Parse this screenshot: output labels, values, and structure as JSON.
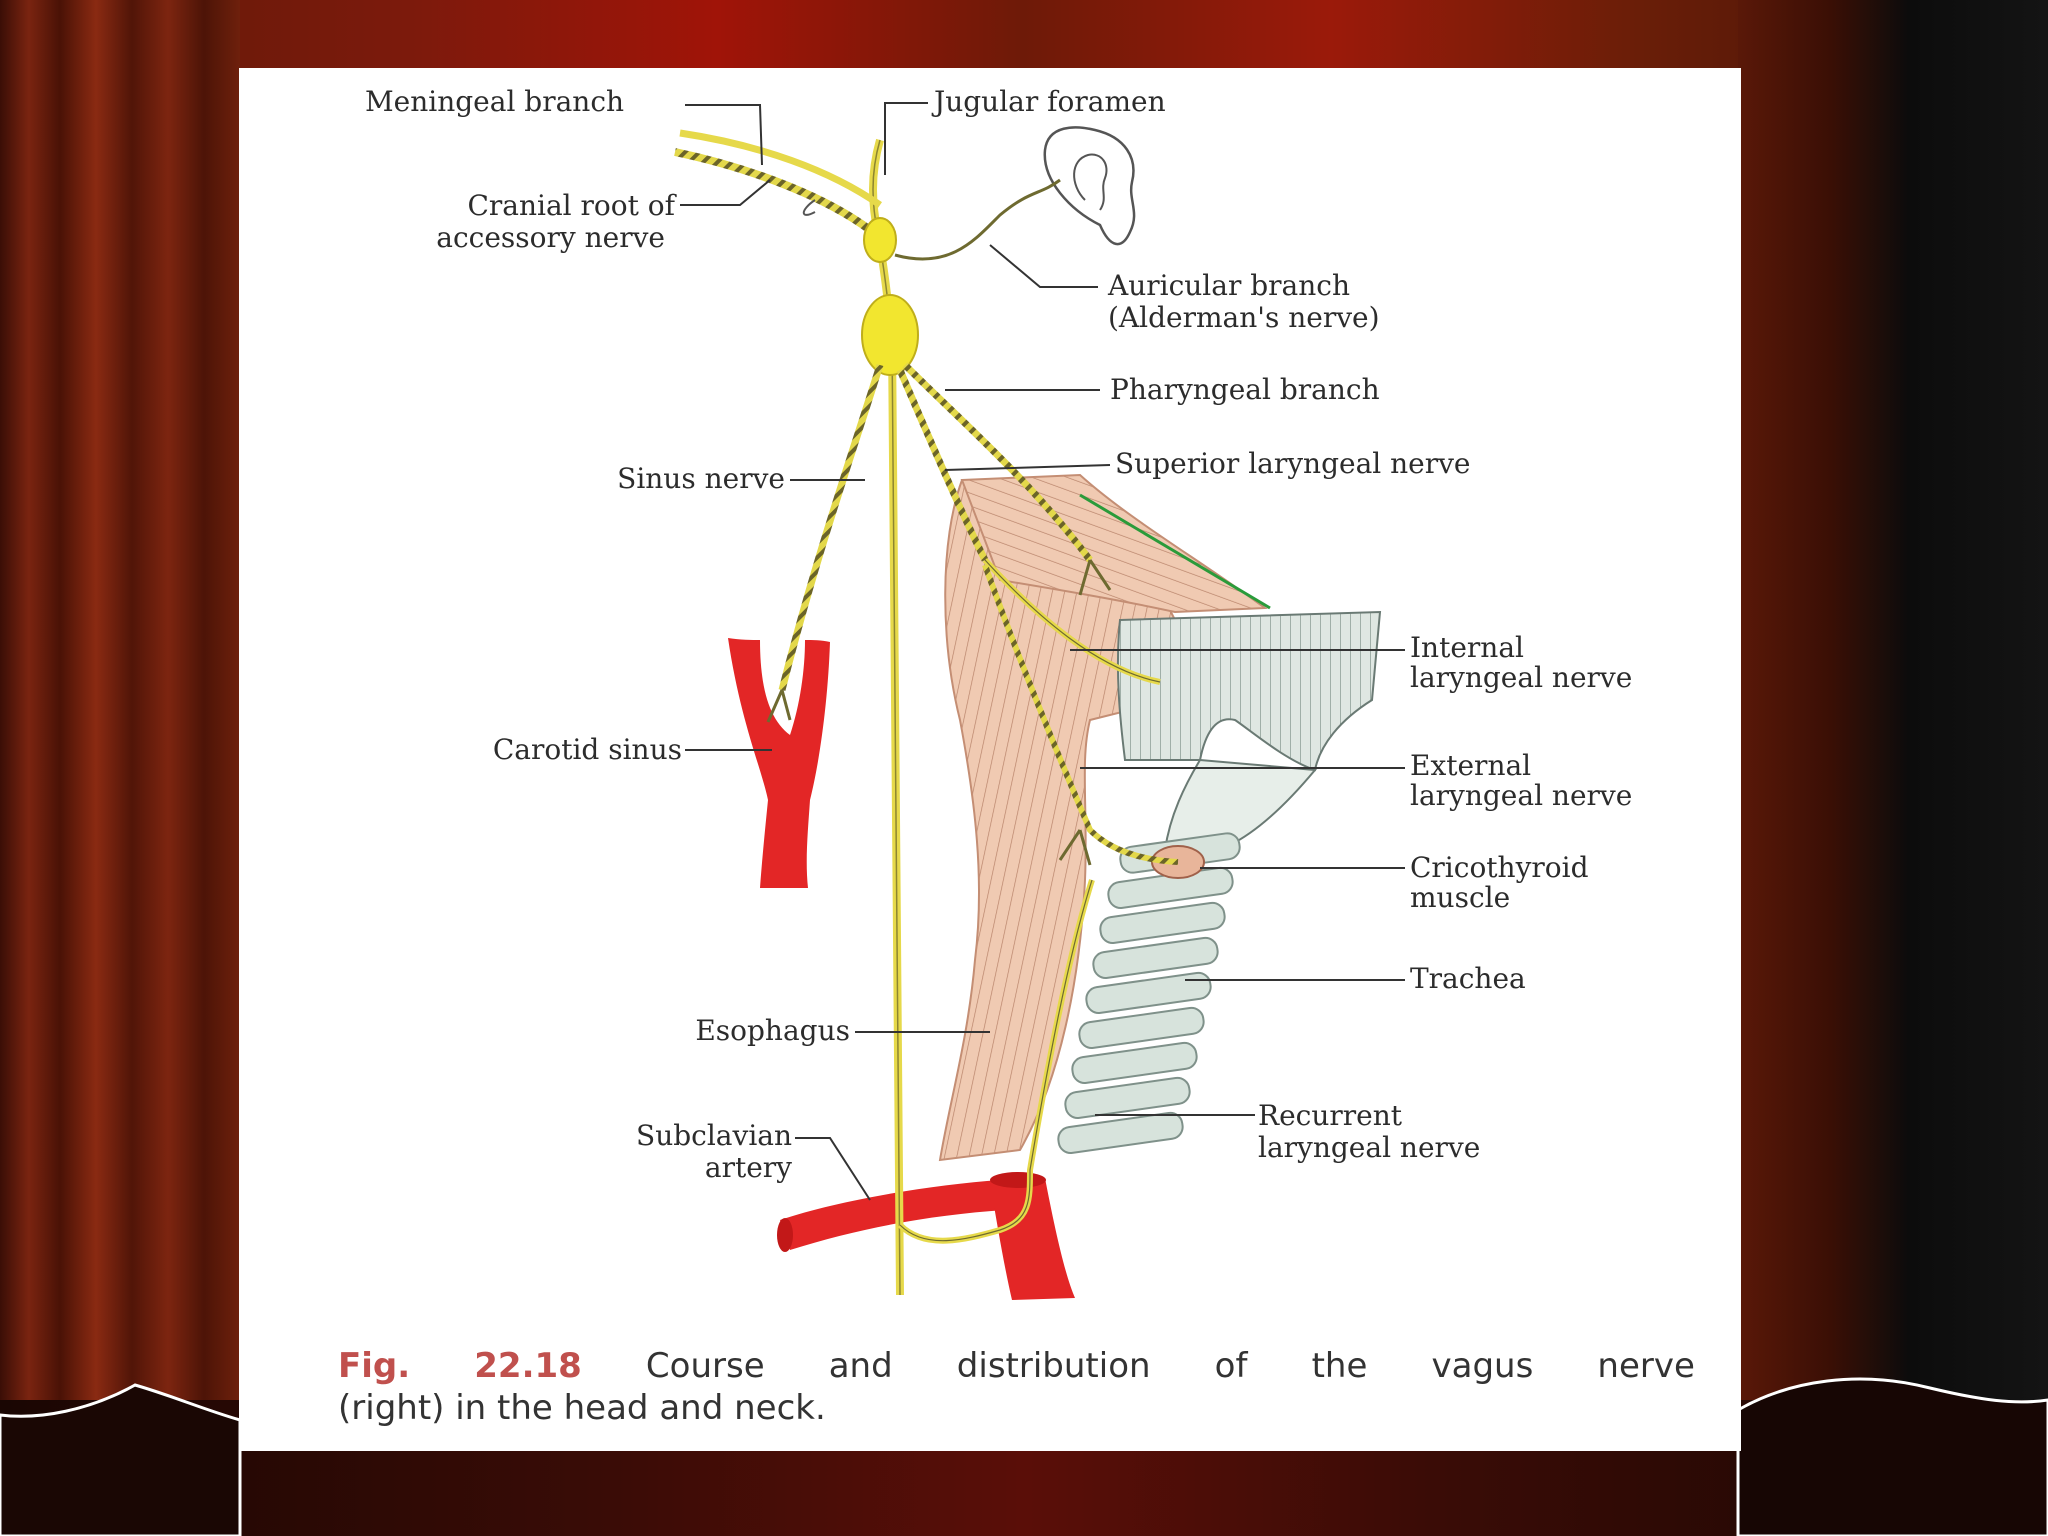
{
  "colors": {
    "curtain": "#6b1a0a",
    "nerve": "#e6d94a",
    "ganglion": "#f2e62f",
    "artery": "#e32626",
    "muscle": "#efc9b0",
    "trachea": "#d7e3dc",
    "accent_line": "#2a9b3a",
    "figure_number": "#c0504d"
  },
  "diagram": {
    "labels": {
      "meningeal_branch": "Meningeal branch",
      "jugular_foramen": "Jugular foramen",
      "cranial_root_line1": "Cranial root of",
      "cranial_root_line2": "accessory nerve",
      "auricular_line1": "Auricular branch",
      "auricular_line2": "(Alderman's nerve)",
      "pharyngeal_branch": "Pharyngeal branch",
      "superior_laryngeal": "Superior laryngeal nerve",
      "sinus_nerve": "Sinus nerve",
      "internal_laryngeal_line1": "Internal",
      "internal_laryngeal_line2": "laryngeal nerve",
      "carotid_sinus": "Carotid sinus",
      "external_laryngeal_line1": "External",
      "external_laryngeal_line2": "laryngeal nerve",
      "cricothyroid_line1": "Cricothyroid",
      "cricothyroid_line2": "muscle",
      "trachea": "Trachea",
      "esophagus": "Esophagus",
      "subclavian_line1": "Subclavian",
      "subclavian_line2": "artery",
      "recurrent_line1": "Recurrent",
      "recurrent_line2": "laryngeal nerve"
    }
  },
  "caption": {
    "fig_label": "Fig.",
    "fig_number": "22.18",
    "line1_words": [
      "Course",
      "and",
      "distribution",
      "of",
      "the",
      "vagus",
      "nerve"
    ],
    "line2": "(right) in the head and neck."
  }
}
